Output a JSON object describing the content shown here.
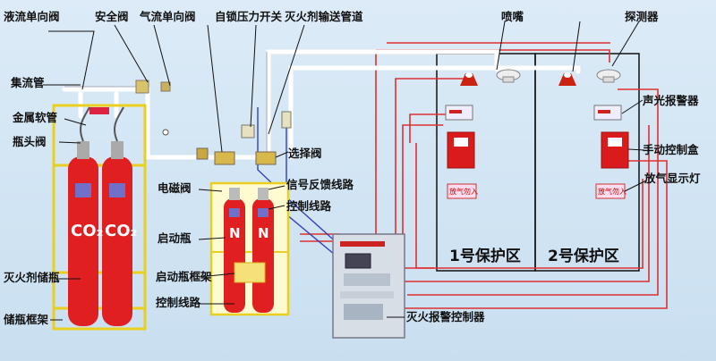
{
  "labels": {
    "liquid_check_valve": "液流单向阀",
    "safety_valve": "安全阀",
    "gas_check_valve": "气流单向阀",
    "pressure_switch": "自锁压力开关",
    "pipeline": "灭火剂输送管道",
    "nozzle": "喷嘴",
    "detector": "探测器",
    "manifold": "集流管",
    "metal_hose": "金属软管",
    "bottle_valve": "瓶头阀",
    "selector_valve": "选择阀",
    "solenoid_valve": "电磁阀",
    "feedback_line": "信号反馈线路",
    "control_line_1": "控制线路",
    "starter_bottle": "启动瓶",
    "agent_bottle": "灭火剂储瓶",
    "starter_frame": "启动瓶框架",
    "control_line_2": "控制线路",
    "storage_frame": "储瓶框架",
    "alarm_controller": "灭火报警控制器",
    "audible_alarm": "声光报警器",
    "manual_box": "手动控制盒",
    "discharge_lamp": "放气显示灯"
  },
  "zones": {
    "zone1": "1号保护区",
    "zone2": "2号保护区"
  },
  "bottle_marks": {
    "co2": "CO₂",
    "n2": "N"
  },
  "lamp_text": "放气勿入"
}
